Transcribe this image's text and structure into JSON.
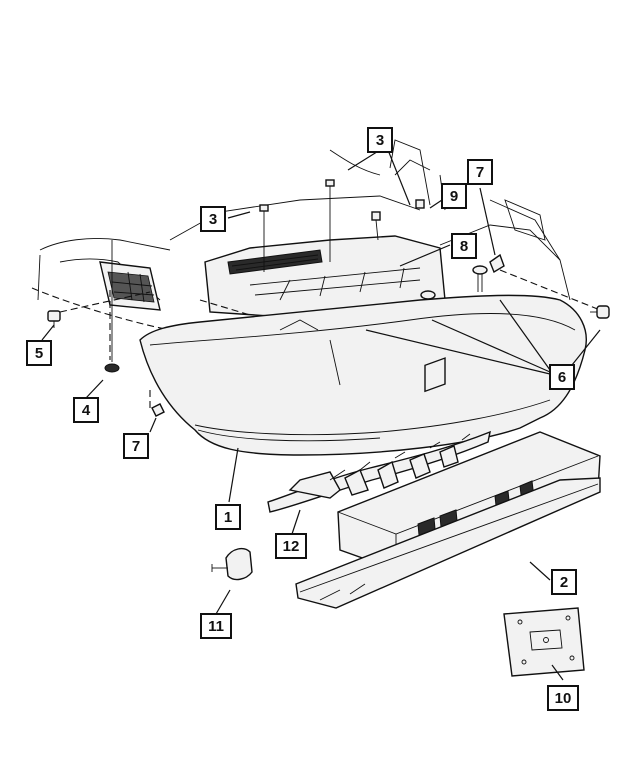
{
  "callouts": [
    {
      "id": "c1",
      "label": "1"
    },
    {
      "id": "c2",
      "label": "2"
    },
    {
      "id": "c3a",
      "label": "3"
    },
    {
      "id": "c3b",
      "label": "3"
    },
    {
      "id": "c4",
      "label": "4"
    },
    {
      "id": "c5",
      "label": "5"
    },
    {
      "id": "c6",
      "label": "6"
    },
    {
      "id": "c7a",
      "label": "7"
    },
    {
      "id": "c7b",
      "label": "7"
    },
    {
      "id": "c8",
      "label": "8"
    },
    {
      "id": "c9",
      "label": "9"
    },
    {
      "id": "c10",
      "label": "10"
    },
    {
      "id": "c11",
      "label": "11"
    },
    {
      "id": "c12",
      "label": "12"
    }
  ]
}
